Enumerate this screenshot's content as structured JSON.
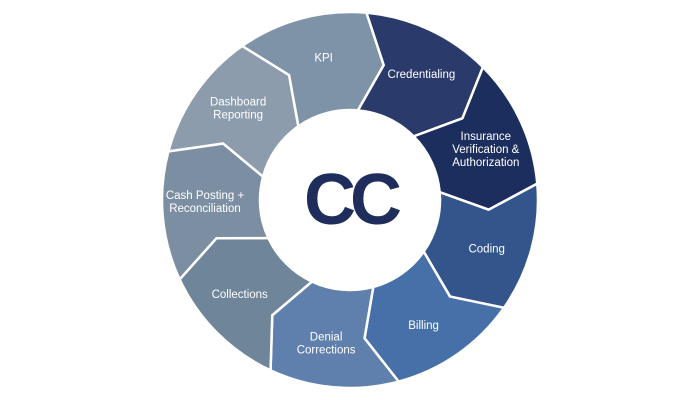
{
  "diagram": {
    "center_logo_text": "CC",
    "colors": {
      "logo": "#1f2d5c",
      "background": "#ffffff",
      "separator": "#ffffff"
    },
    "segments": [
      {
        "label": "Credentialing",
        "color": "#2a3a6a"
      },
      {
        "label": "Insurance\nVerification &\nAuthorization",
        "color": "#1c2e5e"
      },
      {
        "label": "Coding",
        "color": "#33558c"
      },
      {
        "label": "Billing",
        "color": "#4770a8"
      },
      {
        "label": "Denial\nCorrections",
        "color": "#5f7fac"
      },
      {
        "label": "Collections",
        "color": "#6f8599"
      },
      {
        "label": "Cash Posting +\nReconciliation",
        "color": "#7c8fa2"
      },
      {
        "label": "Dashboard\nReporting",
        "color": "#8c9cac"
      },
      {
        "label": "KPI",
        "color": "#7e93a8"
      }
    ]
  }
}
